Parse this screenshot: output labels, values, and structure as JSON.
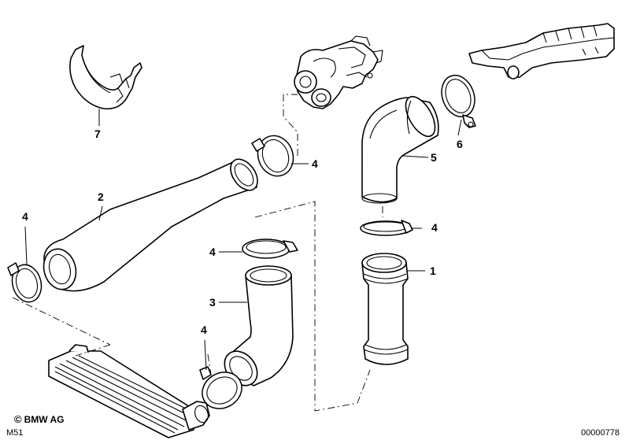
{
  "diagram": {
    "callouts": [
      {
        "id": "c1",
        "label": "1"
      },
      {
        "id": "c2",
        "label": "2"
      },
      {
        "id": "c3",
        "label": "3"
      },
      {
        "id": "c4a",
        "label": "4"
      },
      {
        "id": "c4b",
        "label": "4"
      },
      {
        "id": "c4c",
        "label": "4"
      },
      {
        "id": "c4d",
        "label": "4"
      },
      {
        "id": "c4e",
        "label": "4"
      },
      {
        "id": "c5",
        "label": "5"
      },
      {
        "id": "c6",
        "label": "6"
      },
      {
        "id": "c7",
        "label": "7"
      }
    ],
    "footer": {
      "copyright_symbol": "©",
      "copyright_text": "BMW AG",
      "model_code": "M51",
      "drawing_number": "00000778"
    }
  }
}
